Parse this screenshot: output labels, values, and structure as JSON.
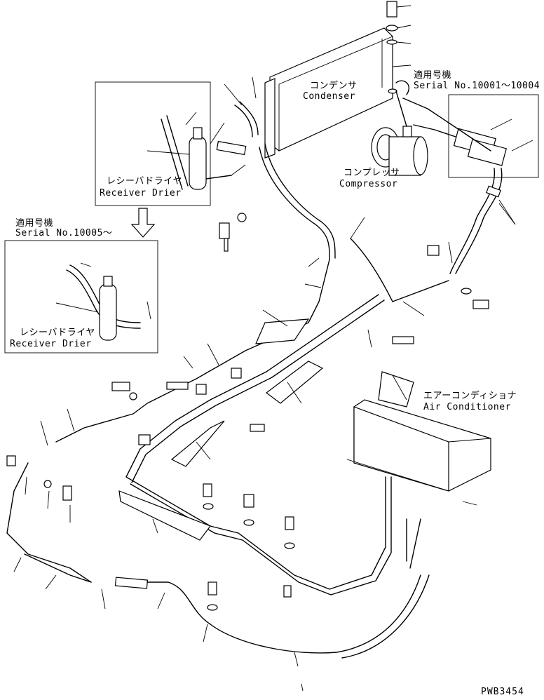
{
  "labels": {
    "condenser_jp": "コンデンサ",
    "condenser_en": "Condenser",
    "serial_a_jp": "適用号機",
    "serial_a_en": "Serial No.10001～10004",
    "compressor_jp": "コンプレッサ",
    "compressor_en": "Compressor",
    "receiver_jp": "レシーバドライヤ",
    "receiver_en": "Receiver Drier",
    "serial_b_jp": "適用号機",
    "serial_b_en": "Serial No.10005～",
    "receiver2_jp": "レシーバドライヤ",
    "receiver2_en": "Receiver Drier",
    "aircon_jp": "エアーコンディショナ",
    "aircon_en": "Air Conditioner",
    "drawing_no": "PWB3454"
  }
}
